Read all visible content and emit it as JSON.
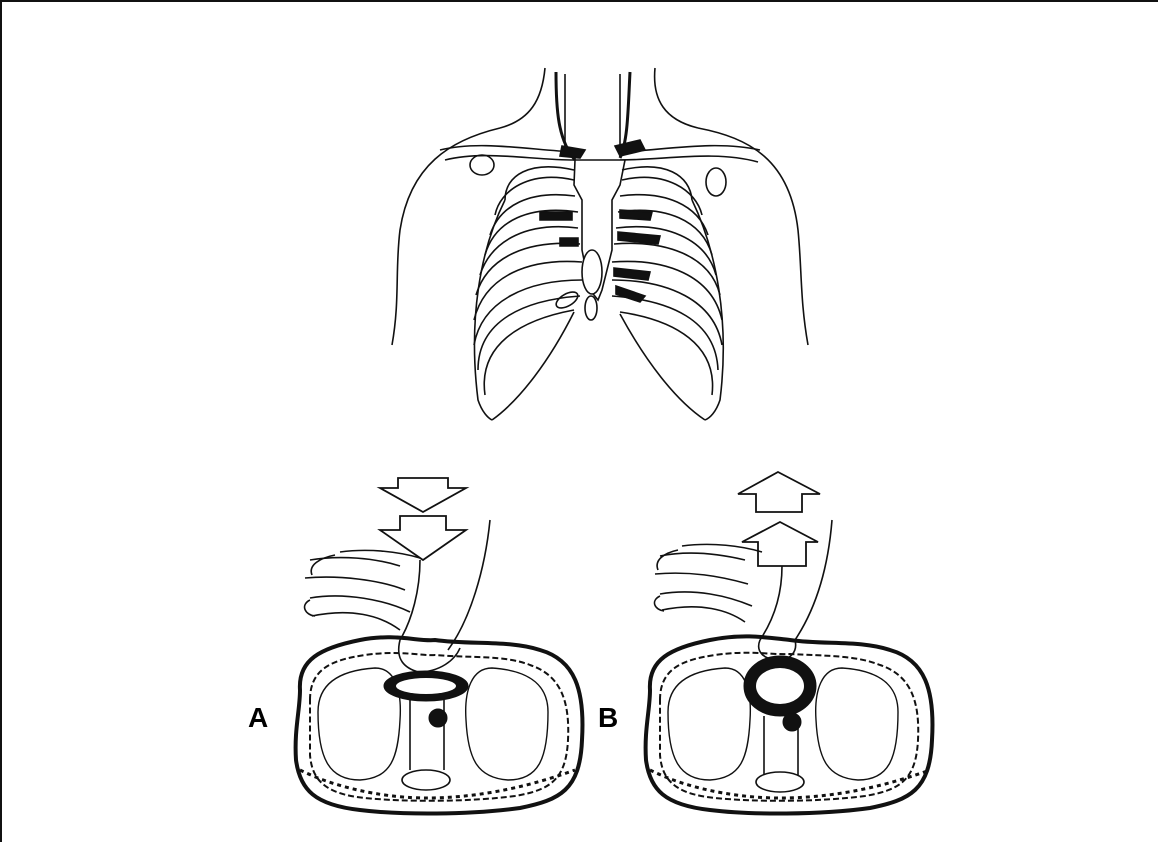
{
  "figure": {
    "panels": [
      {
        "id": "A",
        "label": "A",
        "motion": "compression",
        "arrow_direction": "down"
      },
      {
        "id": "B",
        "label": "B",
        "motion": "decompression",
        "arrow_direction": "up"
      }
    ]
  },
  "colors": {
    "ink": "#111111",
    "background": "#ffffff"
  }
}
